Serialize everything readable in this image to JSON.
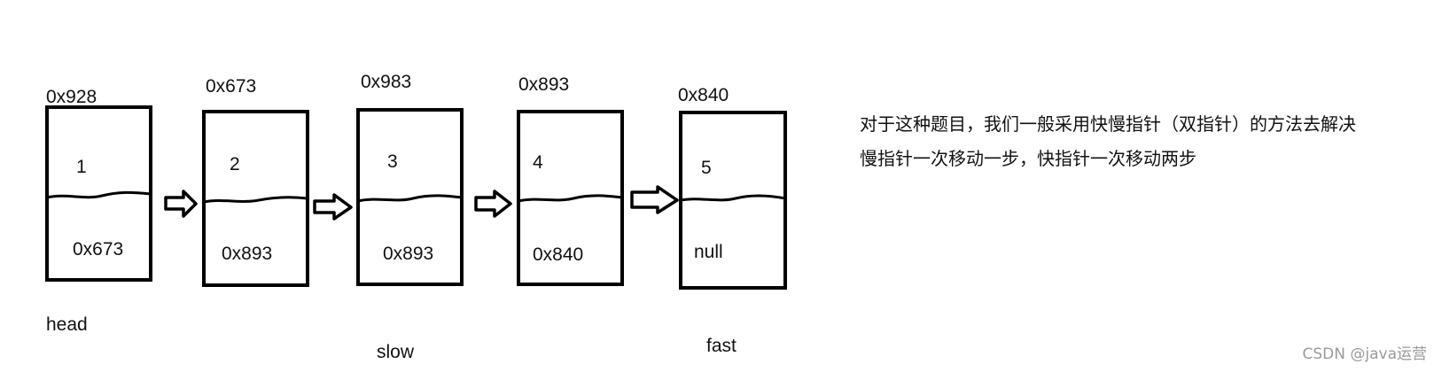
{
  "nodes": [
    {
      "address": "0x928",
      "value": "1",
      "next": "0x673"
    },
    {
      "address": "0x673",
      "value": "2",
      "next": "0x893"
    },
    {
      "address": "0x983",
      "value": "3",
      "next": "0x893"
    },
    {
      "address": "0x893",
      "value": "4",
      "next": "0x840"
    },
    {
      "address": "0x840",
      "value": "5",
      "next": "null"
    }
  ],
  "labels": {
    "head": "head",
    "slow": "slow",
    "fast": "fast"
  },
  "description": {
    "line1": "对于这种题目，我们一般采用快慢指针（双指针）的方法去解决",
    "line2": "慢指针一次移动一步，快指针一次移动两步"
  },
  "watermark": "CSDN @java运营"
}
